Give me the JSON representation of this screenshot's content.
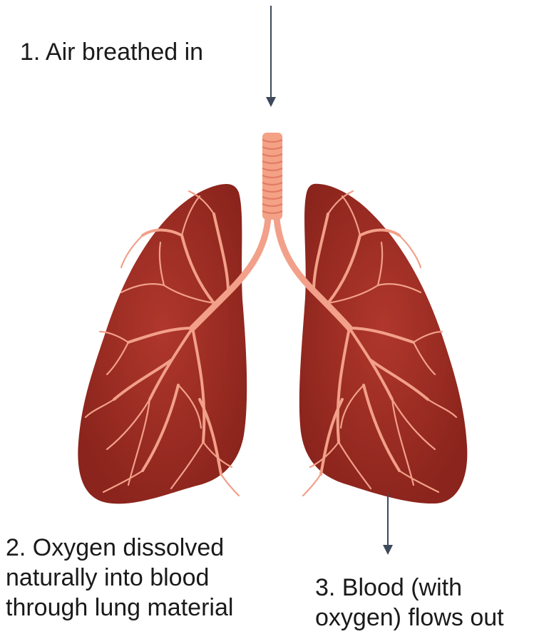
{
  "labels": {
    "step1": "1. Air breathed in",
    "step2": [
      "2. Oxygen dissolved",
      "naturally into blood",
      "through lung material"
    ],
    "step3": [
      "3. Blood (with",
      "oxygen) flows out"
    ]
  },
  "colors": {
    "lung": "#9b2b22",
    "lung_dark": "#7e1f19",
    "trachea": "#f4a186",
    "trachea_ring": "#e27c62",
    "bronchi": "#f2a089",
    "arrow": "#3d4a5a",
    "text": "#1a1a1a"
  }
}
